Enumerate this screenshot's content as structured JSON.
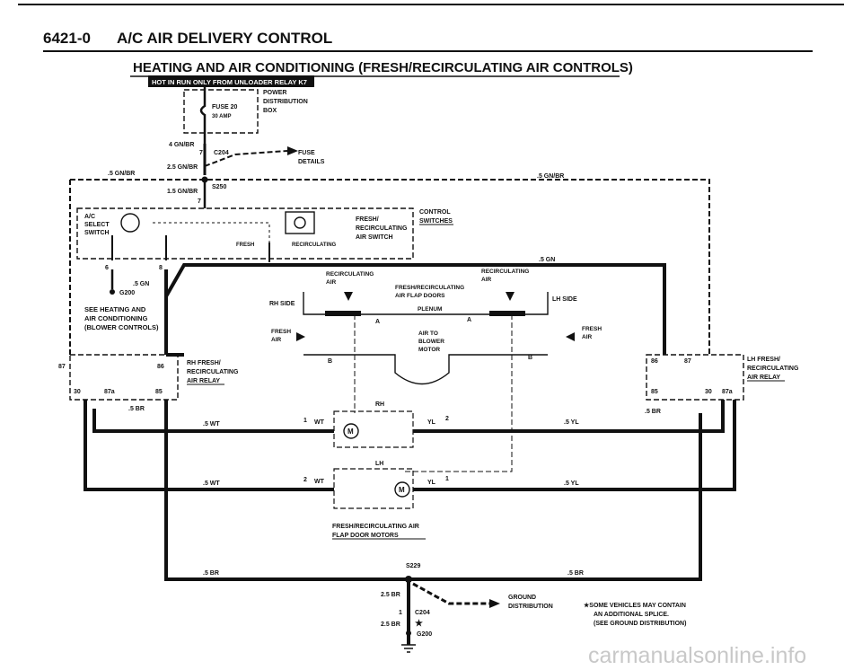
{
  "header": {
    "section": "6421-0",
    "title": "A/C AIR DELIVERY CONTROL"
  },
  "subtitle": "HEATING AND AIR CONDITIONING (FRESH/RECIRCULATING AIR CONTROLS)",
  "hot_label": "HOT IN RUN ONLY FROM UNLOADER RELAY K7",
  "fuse": {
    "name": "FUSE 20",
    "rating": "30 AMP"
  },
  "power_box": [
    "POWER",
    "DISTRIBUTION",
    "BOX"
  ],
  "labels": {
    "w_4gnbr": "4 GN/BR",
    "c204": "C204",
    "pin7a": "7",
    "fuse_details": [
      "FUSE",
      "DETAILS"
    ],
    "w_25gnbr": "2.5 GN/BR",
    "w_5gnbr_l": ".5 GN/BR",
    "w_5gnbr_r": ".5 GN/BR",
    "s250": "S250",
    "w_15gnbr": "1.5 GN/BR",
    "pin7b": "7",
    "ac_select": [
      "A/C",
      "SELECT",
      "SWITCH"
    ],
    "fresh_switch": [
      "FRESH/",
      "RECIRCULATING",
      "AIR SWITCH"
    ],
    "fresh_pos": "FRESH",
    "recirc_pos": "RECIRCULATING",
    "control_switches": [
      "CONTROL",
      "SWITCHES"
    ],
    "pin6": "6",
    "pin8": "8",
    "w_5gn_l": ".5 GN",
    "w_5gn_r": ".5 GN",
    "g200_top": "G200",
    "see_heating": [
      "SEE HEATING AND",
      "AIR CONDITIONING",
      "(BLOWER CONTROLS)"
    ],
    "rh_relay": [
      "RH FRESH/",
      "RECIRCULATING",
      "AIR RELAY"
    ],
    "lh_relay": [
      "LH FRESH/",
      "RECIRCULATING",
      "AIR RELAY"
    ],
    "recirc_air_l": [
      "RECIRCULATING",
      "AIR"
    ],
    "recirc_air_r": [
      "RECIRCULATING",
      "AIR"
    ],
    "flap_doors": [
      "FRESH/RECIRCULATING",
      "AIR FLAP DOORS"
    ],
    "rh_side": "RH SIDE",
    "lh_side": "LH SIDE",
    "plenum": "PLENUM",
    "fresh_air_l": [
      "FRESH",
      "AIR"
    ],
    "fresh_air_r": [
      "FRESH",
      "AIR"
    ],
    "air_to_blower": [
      "AIR TO",
      "BLOWER",
      "MOTOR"
    ],
    "a_left": "A",
    "a_right": "A",
    "b_left": "B",
    "b_right": "B",
    "relay_pins": {
      "p87": "87",
      "p86": "86",
      "p30": "30",
      "p87a": "87a",
      "p85": "85"
    },
    "w_5br_rh": ".5 BR",
    "w_5br_lh": ".5 BR",
    "rh": "RH",
    "lh": "LH",
    "wt1": ".5 WT",
    "wt2": ".5 WT",
    "pin1": "1",
    "pin2": "2",
    "wt_a": "WT",
    "wt_b": "WT",
    "yl_a": "YL",
    "yl_b": "YL",
    "pin2b": "2",
    "pin1b": "1",
    "yl_w1": ".5 YL",
    "yl_w2": ".5 YL",
    "motors": [
      "FRESH/RECIRCULATING AIR",
      "FLAP DOOR MOTORS"
    ],
    "br_l": ".5 BR",
    "br_r": ".5 BR",
    "s229": "S229",
    "br25a": "2.5 BR",
    "br25b": "2.5 BR",
    "pin1c": "1",
    "c204b": "C204",
    "g200_bot": "G200",
    "ground_dist": [
      "GROUND",
      "DISTRIBUTION"
    ],
    "note": [
      "★SOME VEHICLES MAY CONTAIN",
      "AN ADDITIONAL SPLICE.",
      "(SEE GROUND DISTRIBUTION)"
    ],
    "motor_m": "M"
  },
  "watermark": "carmanualsonline.info"
}
